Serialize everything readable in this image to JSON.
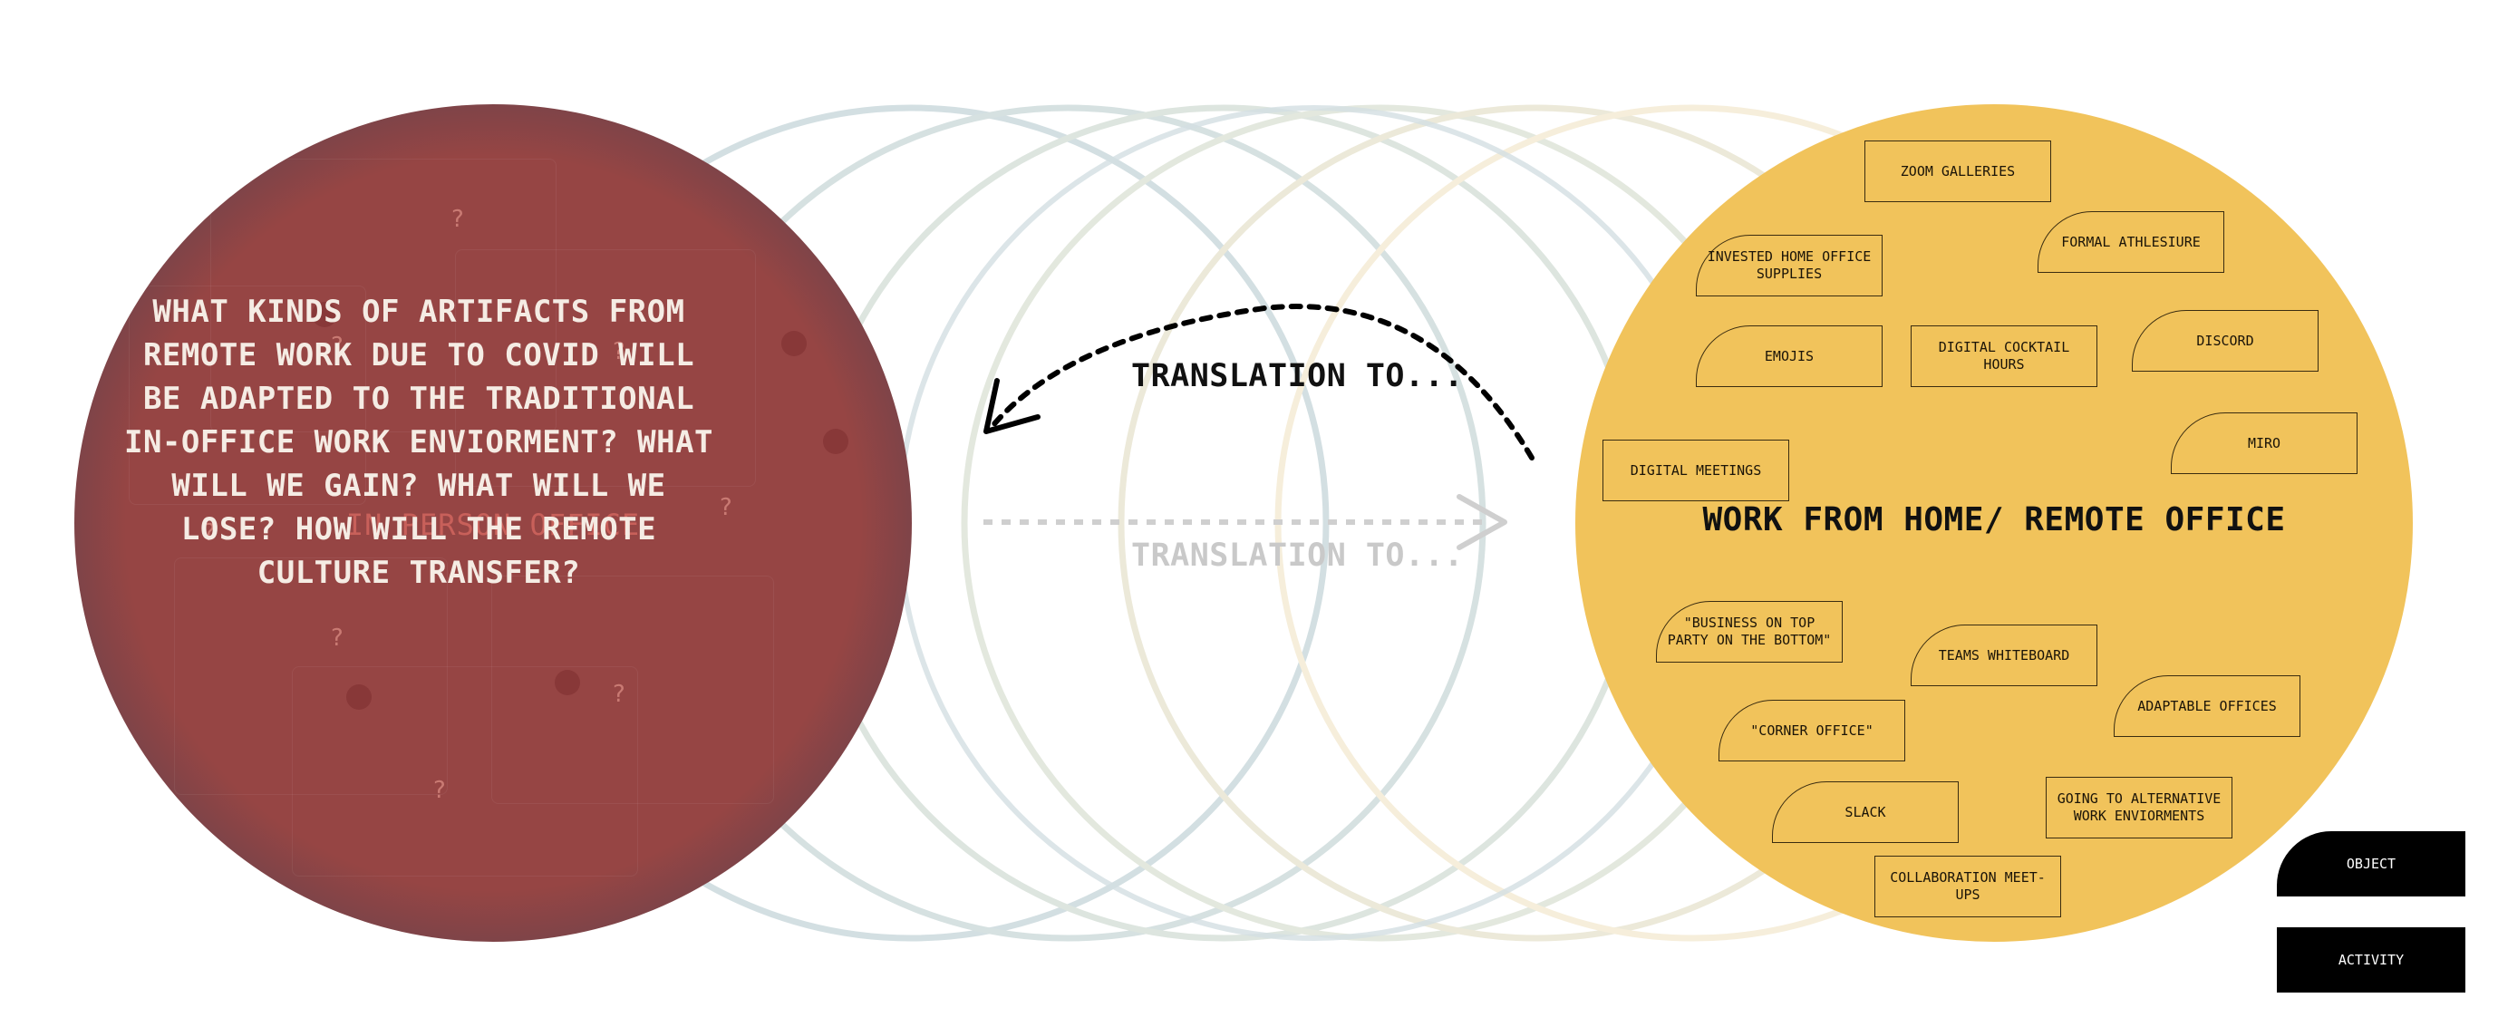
{
  "left_circle": {
    "question": "WHAT KINDS OF ARTIFACTS FROM REMOTE WORK DUE TO COVID WILL BE ADAPTED TO THE TRADITIONAL IN-OFFICE WORK ENVIORMENT? WHAT WILL WE GAIN? WHAT WILL WE LOSE? HOW WILL THE REMOTE CULTURE TRANSFER?",
    "label": "IN PERSON OFFICE",
    "ghost_mark": "?"
  },
  "center": {
    "translation_label": "TRANSLATION TO...",
    "translation_label_ghost": "TRANSLATION TO..."
  },
  "right_circle": {
    "title": "WORK FROM HOME/ REMOTE OFFICE",
    "items": [
      {
        "label": "ZOOM GALLERIES",
        "kind": "object"
      },
      {
        "label": "FORMAL ATHLESIURE",
        "kind": "activity"
      },
      {
        "label": "INVESTED HOME OFFICE SUPPLIES",
        "kind": "activity"
      },
      {
        "label": "EMOJIS",
        "kind": "activity"
      },
      {
        "label": "DIGITAL COCKTAIL HOURS",
        "kind": "object"
      },
      {
        "label": "DISCORD",
        "kind": "activity"
      },
      {
        "label": "MIRO",
        "kind": "activity"
      },
      {
        "label": "DIGITAL MEETINGS",
        "kind": "object"
      },
      {
        "label": "\"BUSINESS ON TOP PARTY ON THE BOTTOM\"",
        "kind": "activity"
      },
      {
        "label": "TEAMS WHITEBOARD",
        "kind": "activity"
      },
      {
        "label": "ADAPTABLE OFFICES",
        "kind": "activity"
      },
      {
        "label": "\"CORNER OFFICE\"",
        "kind": "activity"
      },
      {
        "label": "SLACK",
        "kind": "activity"
      },
      {
        "label": "GOING TO ALTERNATIVE WORK ENVIORMENTS",
        "kind": "object"
      },
      {
        "label": "COLLABORATION MEET-UPS",
        "kind": "object"
      }
    ]
  },
  "legend": {
    "object_label": "OBJECT",
    "activity_label": "ACTIVITY"
  },
  "colors": {
    "left_core": "#964544",
    "left_rim": "#1e5163",
    "right_fill": "#f1c35b",
    "ring_blue": "#d3dfe2",
    "ring_green": "#e3e8de",
    "ring_cream": "#f6eedb",
    "legend_bg": "#000000"
  }
}
